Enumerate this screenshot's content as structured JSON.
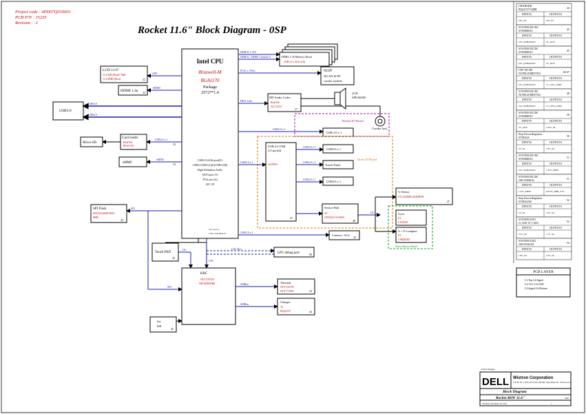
{
  "header": {
    "project": "Project code : 4PD07Q010001",
    "pcb": "PCB P/N     : 15235",
    "rev": "Revision    : -1",
    "title": "Rocket 11.6\" Block Diagram - 0SP"
  },
  "cpu": {
    "title": "Intel CPU",
    "name": "Braswell-M",
    "pkg": "BGA1170",
    "pkg_label": "Package",
    "size": "25*27*1.4",
    "usb_list": [
      "USB2.0 (4/26 port)(5)",
      "USB3.0/SSIC(1)(6)/USB3.0(8)",
      "High Definition Audio",
      "SATA port (1)",
      "PCIe port (4)",
      "LPC I/F"
    ],
    "pins": "3.3,1.8,1.5,\n1.05,1.0,0.85,0.75"
  },
  "left": {
    "lcd": {
      "title": "LCD 11.6\"",
      "l1": "11.6 HD (Panel 768)",
      "l2": "11.6 FHD (Brst)",
      "bus": "eDP",
      "num": "32"
    },
    "hdmi": {
      "title": "HDMI 1.4a",
      "bus": "HDMI",
      "num": "33"
    },
    "usb30": {
      "title": "USB3.0",
      "bus1": "USB3.0",
      "bus2": "USB3.0"
    },
    "card": {
      "title": "Card reader",
      "l1": "RealTek",
      "l2": "RTS5170",
      "bus": "USB2.0 x 1",
      "num": "33"
    },
    "microsd": {
      "title": "Micro-SD"
    },
    "emmc": {
      "title": "eMMC",
      "bus": "eMMC",
      "num": "33"
    },
    "spi": {
      "title": "SPI Flash",
      "l1": "MX25L6406E/4000",
      "l2": "8MB",
      "bus": "SPI",
      "num": "25"
    }
  },
  "right": {
    "ddr": {
      "title": "DDRL 1.35 Memory Down",
      "l1": "2GB (4 x 4Gb x16)",
      "bus1": "DDR3L 1.35V",
      "bus2": "DDR3L / DDR3 Channel A"
    },
    "ngff": {
      "title": "NGFF",
      "l1": "WLAN & BT",
      "l2": "combo module",
      "bus": "PCIe x 1 Port"
    },
    "audio": {
      "title": "HD Audio Codec",
      "l1": "RealTek",
      "l2": "ALC3234",
      "bus": "HDA Link",
      "num": "27"
    },
    "spk": {
      "title": "2CH",
      "l1": "SPEAKER"
    },
    "jack": {
      "title": "Combo Jack"
    },
    "io_label": "Rocket IO Board",
    "usb20a": {
      "title": "USB 2.0 x 1",
      "bus": "USB2.0 x 1"
    },
    "hub": {
      "title": "USB 2.0 USB",
      "l1": "2.0 port(4)",
      "l2": "GL850G",
      "num": "47",
      "bus": "USB2.0 x 1"
    },
    "usb20b": {
      "title": "USB2.0 x 1",
      "bus": "USB2.0 x 1"
    },
    "touchpanel": {
      "title": "Touch Panel",
      "bus": "USB2.0 x 1"
    },
    "usb20c": {
      "title": "USB2.0 x 1",
      "bus": "USB2.0 x 1"
    },
    "dock_label": "Dress IO Board",
    "sensorhub": {
      "title": "Sensor Hub",
      "l1": "ST",
      "l2": "STM32L151CBU6",
      "num": "48",
      "bus": "I2C"
    },
    "gsensor": {
      "title": "G Sensor",
      "l1": "ST LIS3DH/LIS3DHTR",
      "num": "47"
    },
    "gyro": {
      "title": "Gyro",
      "l1": "ST",
      "l2": "L3GD20"
    },
    "ecomp": {
      "title": "G + E-compass",
      "l1": "ST",
      "l2": "LSM303D"
    },
    "sensor_label": "Dress Sensors Board",
    "camera": {
      "title": "Camera / ALS",
      "num": "32",
      "bus": "USB2.0 x 1"
    }
  },
  "lower": {
    "touchpad": {
      "title": "Touch PAD",
      "num": "45",
      "bus": "I2C"
    },
    "kbc": {
      "title": "KBC",
      "l1": "NUVOTON",
      "l2": "NPCE985PB0",
      "bus": "LPC",
      "bus2": "SPI"
    },
    "lpcdbg": {
      "title": "LPC debug port",
      "num": "90",
      "bus": "LPC Bus"
    },
    "thermal": {
      "title": "Thermal",
      "l1": "NUVOTON",
      "l2": "NCT7718W",
      "num": "34",
      "bus": "SMBus"
    },
    "charger": {
      "title": "Charger",
      "l1": "TI",
      "l2": "BQ24727",
      "num": "44",
      "bus": "SMBus"
    },
    "intkb": {
      "title": "Int.",
      "l1": "KB",
      "num": "45"
    }
  },
  "power_table": {
    "rows": [
      {
        "h": "CHARGER\nBQ24727VQRR",
        "n": "44",
        "i": "INPUTS",
        "o": "OUTPUTS",
        "vi": "19V_DC",
        "vo": "19V_B+"
      },
      {
        "h": "SYSTEM DC/DC\nSY8286RAC",
        "n": "45",
        "i": "INPUTS",
        "o": "OUTPUTS",
        "vi": "19V_DCBATOUT",
        "vo": "3V_ALW"
      },
      {
        "h": "SYSTEM DC/DC\nSY8286RAC",
        "n": "45",
        "i": "INPUTS",
        "o": "OUTPUTS",
        "vi": "19V_DCBATOUT",
        "vo": "5V_ALW"
      },
      {
        "h": "CPU DC/DC\nNCP81218MNTXG",
        "n": "46-47",
        "i": "INPUTS",
        "o": "OUTPUTS",
        "vi": "19V_DCBATOUT",
        "vo": "1V_CPU_CORE"
      },
      {
        "h": "SYSTEM DC/DC\nNCP81218MNTXG",
        "n": "48",
        "i": "INPUTS",
        "o": "OUTPUTS",
        "vi": "19V_DCBATOUT",
        "vo": "1V_GFX_CORE"
      },
      {
        "h": "SYSTEM DC/DC\nSY8286RAC",
        "n": "50",
        "i": "INPUTS",
        "o": "OUTPUTS",
        "vi": "5V_ALW",
        "vo": "1.05V_S0"
      },
      {
        "h": "Step Down Regulator\nSY8032A",
        "n": "50",
        "i": "INPUTS",
        "o": "OUTPUTS",
        "vi": "5V_S0",
        "vo": "1.8V_S0"
      },
      {
        "h": "SYSTEM DC/DC\nSY8286RAC",
        "n": "51",
        "i": "INPUTS",
        "o": "OUTPUTS",
        "vi": "19V_DCBATOUT",
        "vo": "1.35V_MEM"
      },
      {
        "h": "SYSTEM DC/DC\nAPL5930KAI",
        "n": "51",
        "i": "INPUTS",
        "o": "OUTPUTS",
        "vi": "1.35V_MEM",
        "vo": "0.675V_DDR_VTT"
      },
      {
        "h": "Step Down Regulator\nSY8032AB",
        "n": "52",
        "i": "INPUTS",
        "o": "OUTPUTS",
        "vi": "5V_S0",
        "vo": "3.3V_S0"
      },
      {
        "h": "SYSTEM LDO\nG-1330-1T1-ADJ",
        "n": "53",
        "i": "INPUTS",
        "o": "OUTPUTS",
        "vi": "3.3V_S0",
        "vo": "1.5V_S0"
      },
      {
        "h": "SYSTEM LDO\nAPL5932CKI",
        "n": "54",
        "i": "INPUTS",
        "o": "OUTPUTS",
        "vi": "1.8V_S0",
        "vo": "1.0V_S0"
      }
    ]
  },
  "pcb_layer": {
    "title": "PCB LAYER",
    "l1": "L1:Top     L4:Signal",
    "l2": "L2:VCC     L5:GND",
    "l3": "L3:Signal  L6:Bottom"
  },
  "titleblock": {
    "logo": "DELL",
    "company": "Wistron Corporation",
    "addr": "21F, 88, Sec.1, Hsin Tai Wu Rd., Hsichih, Taipei Hsien 221, Taiwan, R.O.C.",
    "doc": "Block Diagram",
    "model": "Rocket BSW 11.6\"",
    "rev": "A00",
    "sheet": "1",
    "date": "Thursday, December 18, 2014",
    "design": "-Dress Design-"
  }
}
